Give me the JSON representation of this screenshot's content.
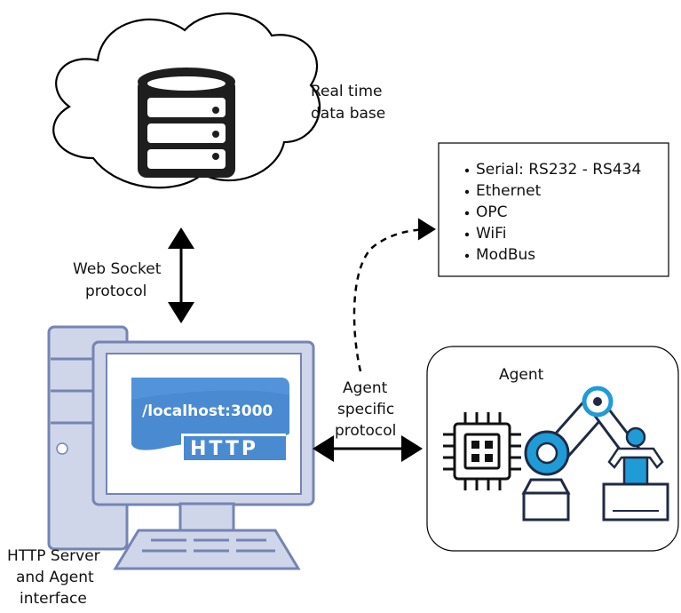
{
  "database": {
    "label_line1": "Real time",
    "label_line2": "data base",
    "icon": "database-icon"
  },
  "websocket": {
    "label_line1": "Web Socket",
    "label_line2": "protocol"
  },
  "protocols": {
    "items": [
      "Serial: RS232 - RS434",
      "Ethernet",
      "OPC",
      "WiFi",
      "ModBus"
    ]
  },
  "server": {
    "url": "/localhost:3000",
    "badge": "HTTP",
    "label_line1": "HTTP Server",
    "label_line2": "and Agent",
    "label_line3": "interface",
    "icon": "computer-icon"
  },
  "agent_link": {
    "label_line1": "Agent",
    "label_line2": "specific",
    "label_line3": "protocol"
  },
  "agent": {
    "title": "Agent",
    "chip_icon": "microchip-icon",
    "robot_icon": "robot-arm-icon"
  },
  "colors": {
    "monitor_fill": "#cfd6e9",
    "monitor_stroke": "#7584b3",
    "badge_blue": "#4a8ad1",
    "robot_blue": "#1f9bd6",
    "robot_navy": "#1f2a44"
  }
}
